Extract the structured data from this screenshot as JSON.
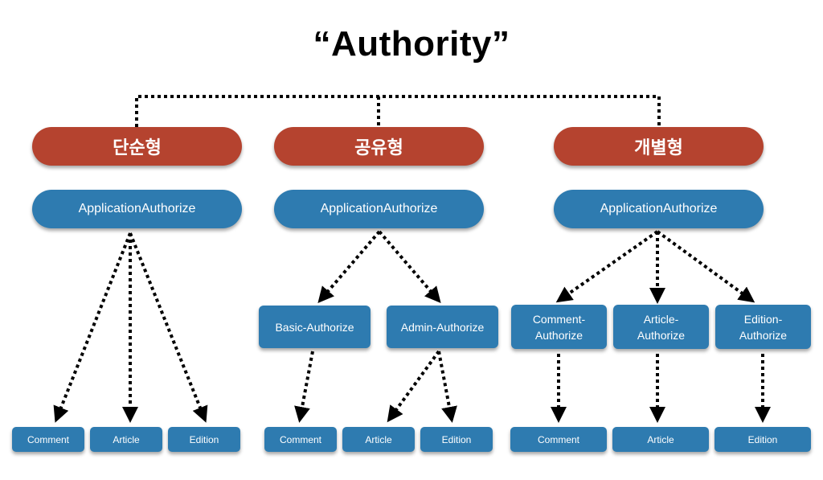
{
  "title": "“Authority”",
  "columns": [
    {
      "type_label": "단순형",
      "root_label": "ApplicationAuthorize",
      "middle": [],
      "leaves": [
        "Comment",
        "Article",
        "Edition"
      ]
    },
    {
      "type_label": "공유형",
      "root_label": "ApplicationAuthorize",
      "middle": [
        "Basic-Authorize",
        "Admin-Authorize"
      ],
      "leaves": [
        "Comment",
        "Article",
        "Edition"
      ]
    },
    {
      "type_label": "개별형",
      "root_label": "ApplicationAuthorize",
      "middle": [
        "Comment-\nAuthorize",
        "Article-\nAuthorize",
        "Edition-\nAuthorize"
      ],
      "leaves": [
        "Comment",
        "Article",
        "Edition"
      ]
    }
  ],
  "colors": {
    "type_box": "#b5432f",
    "auth_box": "#2e7bb0",
    "connector": "#000000"
  }
}
